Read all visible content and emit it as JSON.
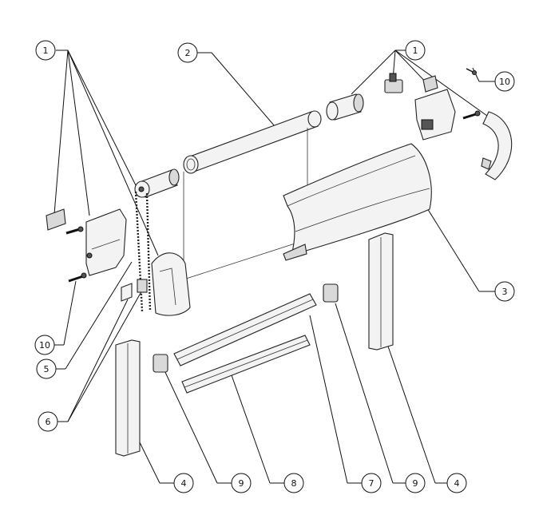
{
  "diagram": {
    "callouts": [
      "1",
      "2",
      "1",
      "10",
      "3",
      "10",
      "5",
      "6",
      "4",
      "9",
      "8",
      "7",
      "9",
      "4"
    ]
  }
}
